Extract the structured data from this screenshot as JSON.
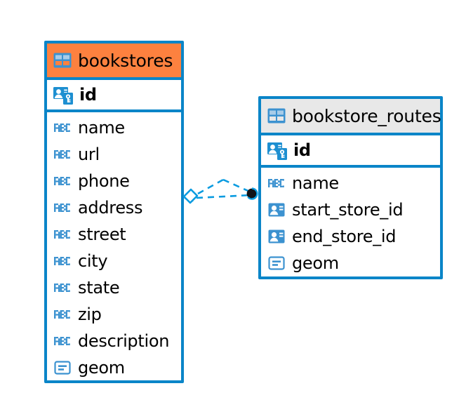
{
  "diagram": {
    "type": "entity-relationship-diagram",
    "colors": {
      "border_blue": "#0A85C8",
      "header_orange": "#FD813F",
      "header_gray": "#E8E8E8",
      "icon_blue": "#3C92D0",
      "connector_blue": "#0A9BE0",
      "background": "#FFFFFF",
      "text": "#000000"
    },
    "tables": [
      {
        "name": "bookstores",
        "header_style": "accent-orange",
        "title_icon": "table-icon",
        "primary_key": {
          "label": "id",
          "icon": "primary-key-icon"
        },
        "fields": [
          {
            "label": "name",
            "icon": "text-type-icon"
          },
          {
            "label": "url",
            "icon": "text-type-icon"
          },
          {
            "label": "phone",
            "icon": "text-type-icon"
          },
          {
            "label": "address",
            "icon": "text-type-icon"
          },
          {
            "label": "street",
            "icon": "text-type-icon"
          },
          {
            "label": "city",
            "icon": "text-type-icon"
          },
          {
            "label": "state",
            "icon": "text-type-icon"
          },
          {
            "label": "zip",
            "icon": "text-type-icon"
          },
          {
            "label": "description",
            "icon": "text-type-icon"
          },
          {
            "label": "geom",
            "icon": "geometry-type-icon"
          }
        ]
      },
      {
        "name": "bookstore_routes",
        "header_style": "accent-gray",
        "title_icon": "table-icon",
        "primary_key": {
          "label": "id",
          "icon": "primary-key-icon"
        },
        "fields": [
          {
            "label": "name",
            "icon": "text-type-icon"
          },
          {
            "label": "start_store_id",
            "icon": "foreign-key-icon"
          },
          {
            "label": "end_store_id",
            "icon": "foreign-key-icon"
          },
          {
            "label": "geom",
            "icon": "geometry-type-icon"
          }
        ]
      }
    ],
    "relationship": {
      "source_marker": "diamond-marker",
      "target_marker": "filled-circle-marker",
      "line_style": "dashed"
    }
  }
}
